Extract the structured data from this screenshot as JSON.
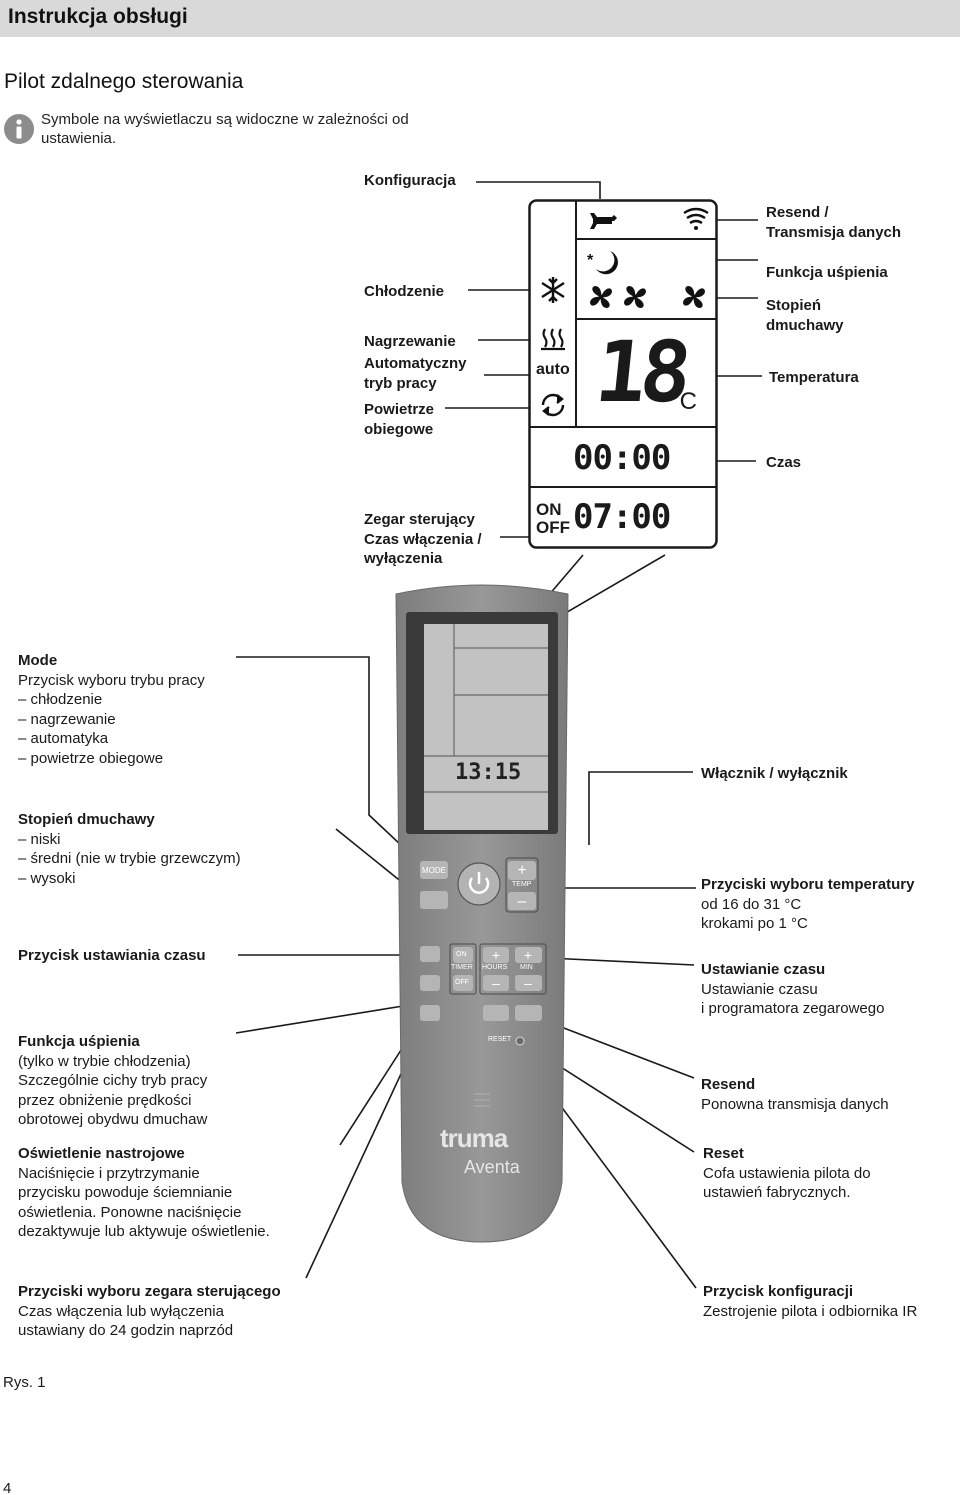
{
  "header": {
    "title": "Instrukcja obsługi"
  },
  "section": {
    "title": "Pilot zdalnego sterowania"
  },
  "info": {
    "icon": "info-icon",
    "line1": "Symbole na wyświetlaczu są widoczne w zależności od",
    "line2": "ustawienia."
  },
  "display_labels": {
    "konfiguracja": "Konfiguracja",
    "resend_1": "Resend /",
    "resend_2": "Transmisja danych",
    "funkcja_uspienia": "Funkcja uśpienia",
    "stopien_1": "Stopień",
    "stopien_2": "dmuchawy",
    "temperatura": "Temperatura",
    "czas": "Czas",
    "chlodzenie": "Chłodzenie",
    "nagrzewanie": "Nagrzewanie",
    "auto_1": "Automatyczny",
    "auto_2": "tryb pracy",
    "powietrze_1": "Powietrze",
    "powietrze_2": "obiegowe",
    "zegar_1": "Zegar sterujący",
    "zegar_2": "Czas włączenia /",
    "zegar_3": "wyłączenia"
  },
  "lcd": {
    "auto": "auto",
    "temperature": "18",
    "unit": "°C",
    "clock": "00:00",
    "on": "ON",
    "off": "OFF",
    "timer": "07:00",
    "remote_clock": "13:15"
  },
  "remote": {
    "mode": "MODE",
    "temp": "TEMP",
    "on": "ON",
    "timer": "TIMER",
    "off": "OFF",
    "hours": "HOURS",
    "min": "MIN",
    "reset": "RESET",
    "brand": "truma",
    "model": "Aventa"
  },
  "left": {
    "mode_title": "Mode",
    "mode_desc": "Przycisk wyboru trybu pracy",
    "mode_1": "– chłodzenie",
    "mode_2": "– nagrzewanie",
    "mode_3": "– automatyka",
    "mode_4": "– powietrze obiegowe",
    "fan_title": "Stopień dmuchawy",
    "fan_1": "– niski",
    "fan_2": "– średni (nie w trybie grzewczym)",
    "fan_3": "– wysoki",
    "time_title": "Przycisk ustawiania czasu",
    "sleep_title": "Funkcja uśpienia",
    "sleep_1": "(tylko w trybie chłodzenia)",
    "sleep_2": "Szczególnie cichy tryb pracy",
    "sleep_3": "przez obniżenie prędkości",
    "sleep_4": "obrotowej obydwu dmuchaw",
    "light_title": "Oświetlenie nastrojowe",
    "light_1": "Naciśnięcie i przytrzymanie",
    "light_2": "przycisku powoduje ściemnianie",
    "light_3": "oświetlenia. Ponowne naciśnięcie",
    "light_4": "dezaktywuje lub aktywuje oświetlenie.",
    "clock_title": "Przyciski wyboru zegara sterującego",
    "clock_1": "Czas włączenia lub wyłączenia",
    "clock_2": "ustawiany do 24 godzin naprzód"
  },
  "right": {
    "power_title": "Włącznik / wyłącznik",
    "temp_title": "Przyciski wyboru temperatury",
    "temp_1": "od 16 do 31 °C",
    "temp_2": "krokami po 1 °C",
    "time_title": "Ustawianie czasu",
    "time_1": "Ustawianie czasu",
    "time_2": "i programatora zegarowego",
    "resend_title": "Resend",
    "resend_1": "Ponowna transmisja danych",
    "reset_title": "Reset",
    "reset_1": "Cofa ustawienia pilota do",
    "reset_2": "ustawień fabrycznych.",
    "config_title": "Przycisk konfiguracji",
    "config_1": "Zestrojenie pilota i odbiornika IR"
  },
  "footer": {
    "figure": "Rys. 1",
    "page": "4"
  }
}
